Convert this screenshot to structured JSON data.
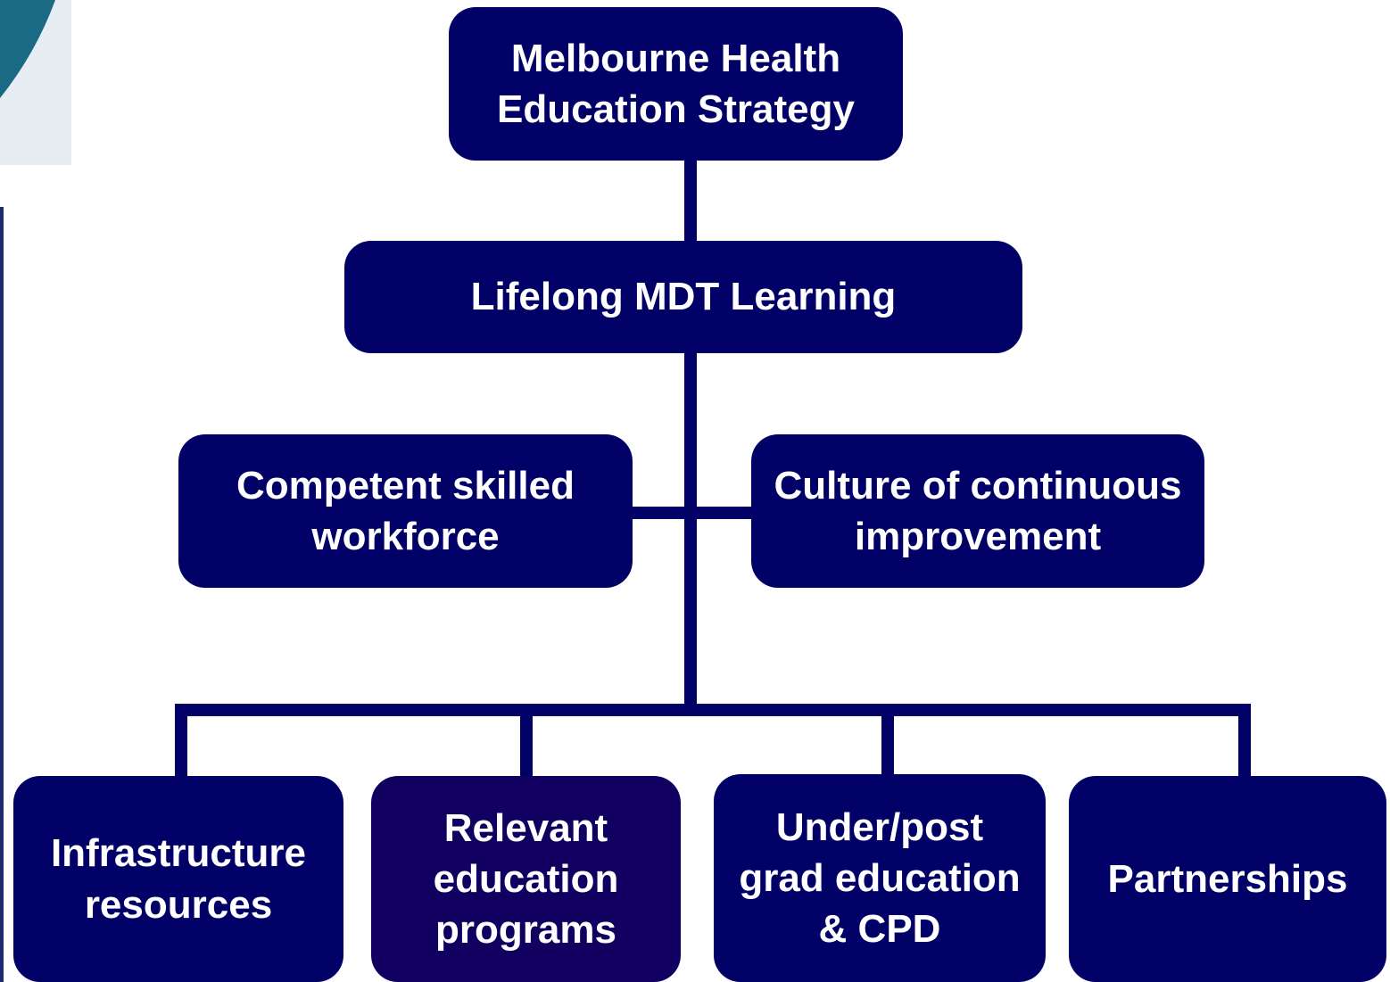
{
  "diagram": {
    "root": {
      "label": "Melbourne Health\nEducation Strategy"
    },
    "level1": {
      "label": "Lifelong MDT Learning"
    },
    "outcomes": [
      {
        "label": "Competent skilled\nworkforce"
      },
      {
        "label": "Culture of continuous\nimprovement"
      }
    ],
    "pillars": [
      {
        "label": "Infrastructure\nresources"
      },
      {
        "label": "Relevant\neducation\nprograms"
      },
      {
        "label": "Under/post\ngrad education\n& CPD"
      },
      {
        "label": "Partnerships"
      }
    ]
  },
  "colors": {
    "box_fill": "#000066",
    "box_fill_alt": "#120060",
    "box_text": "#ffffff",
    "connector": "#000066",
    "corner_art": "#1a6a86"
  }
}
